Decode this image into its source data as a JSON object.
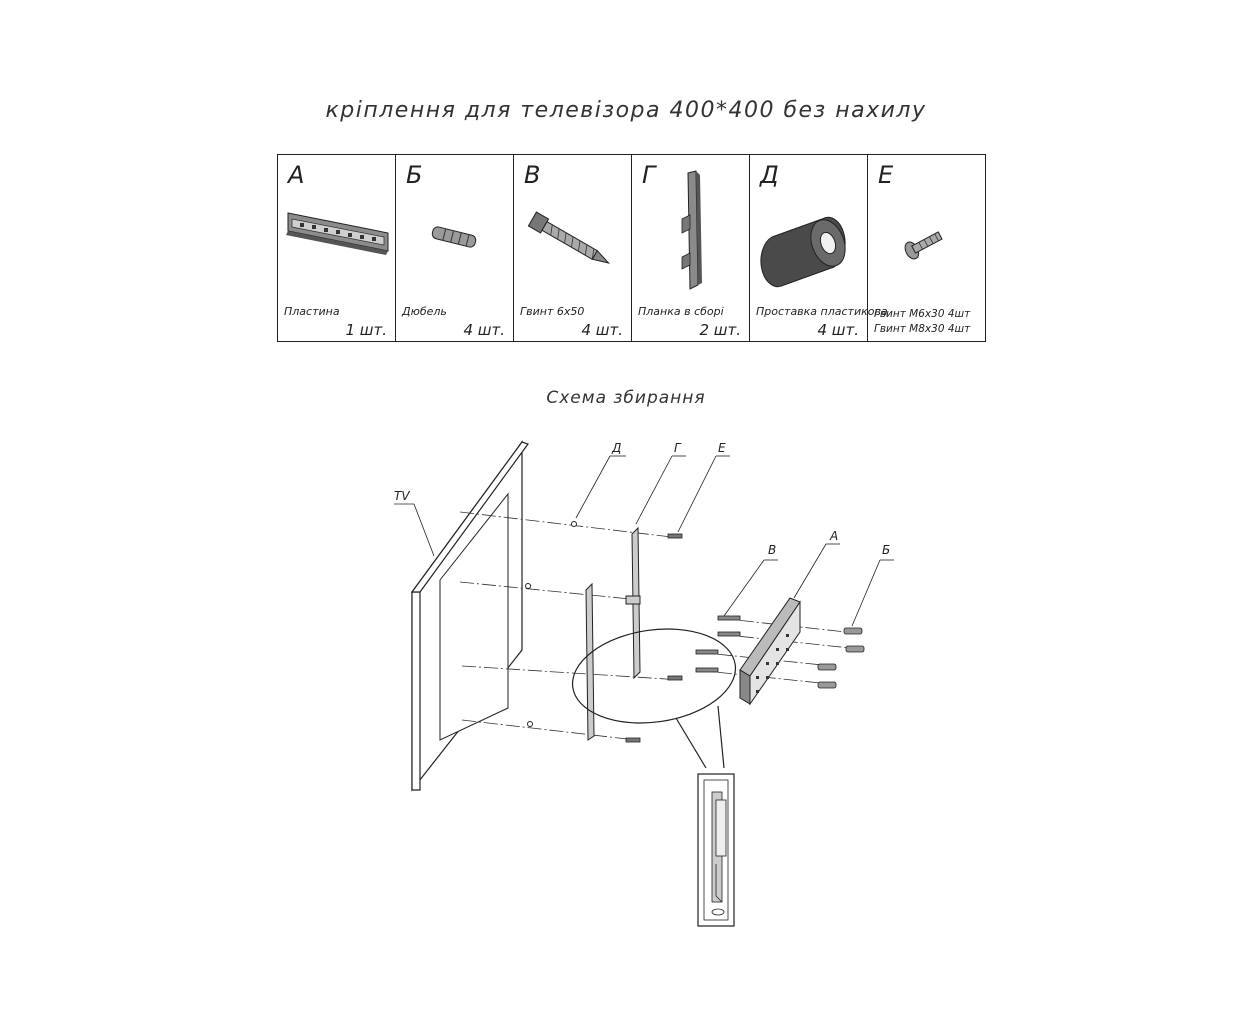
{
  "title": "кріплення для телевізора 400*400 без нахилу",
  "parts": [
    {
      "letter": "А",
      "name": "Пластина",
      "qty": "1 шт."
    },
    {
      "letter": "Б",
      "name": "Дюбель",
      "qty": "4 шт."
    },
    {
      "letter": "В",
      "name": "Гвинт 6х50",
      "qty": "4 шт."
    },
    {
      "letter": "Г",
      "name": "Планка в сборі",
      "qty": "2 шт."
    },
    {
      "letter": "Д",
      "name": "Проставка пластикова",
      "qty": "4 шт."
    },
    {
      "letter": "Е",
      "name_line1": "Гвинт М6х30  4шт",
      "name_line2": "Гвинт М8х30 4шт"
    }
  ],
  "subtitle": "Схема збирання",
  "diagram_labels": {
    "tv": "TV",
    "d": "Д",
    "g": "Г",
    "e": "Е",
    "v": "В",
    "a": "А",
    "b": "Б"
  }
}
